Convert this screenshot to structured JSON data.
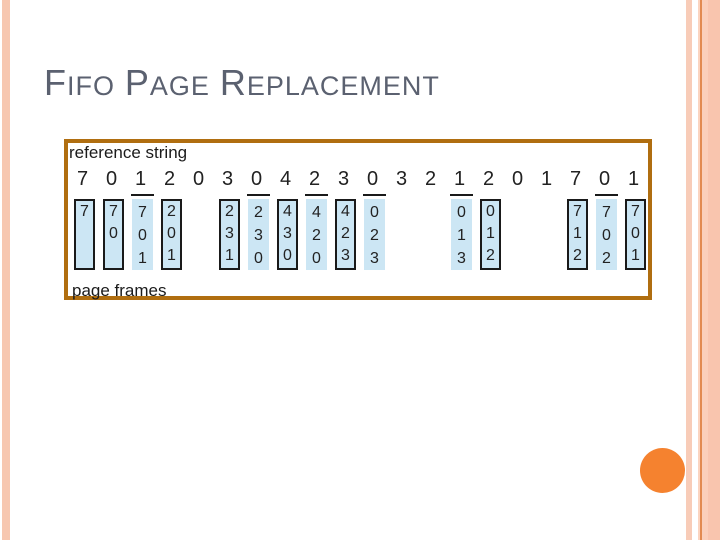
{
  "slide": {
    "title": "FIFO PAGE REPLACEMENT"
  },
  "diagram": {
    "reference_label": "reference string",
    "frames_label": "page frames",
    "reference_string": [
      "7",
      "0",
      "1",
      "2",
      "0",
      "3",
      "0",
      "4",
      "2",
      "3",
      "0",
      "3",
      "2",
      "1",
      "2",
      "0",
      "1",
      "7",
      "0",
      "1"
    ],
    "snapshots": [
      {
        "frames": [
          "7",
          "",
          ""
        ],
        "outline": "box"
      },
      {
        "frames": [
          "7",
          "0",
          ""
        ],
        "outline": "box"
      },
      {
        "frames": [
          "7",
          "0",
          "1"
        ],
        "outline": "overline"
      },
      {
        "frames": [
          "2",
          "0",
          "1"
        ],
        "outline": "box"
      },
      null,
      {
        "frames": [
          "2",
          "3",
          "1"
        ],
        "outline": "box"
      },
      {
        "frames": [
          "2",
          "3",
          "0"
        ],
        "outline": "overline"
      },
      {
        "frames": [
          "4",
          "3",
          "0"
        ],
        "outline": "box"
      },
      {
        "frames": [
          "4",
          "2",
          "0"
        ],
        "outline": "overline"
      },
      {
        "frames": [
          "4",
          "2",
          "3"
        ],
        "outline": "box"
      },
      {
        "frames": [
          "0",
          "2",
          "3"
        ],
        "outline": "overline"
      },
      null,
      null,
      {
        "frames": [
          "0",
          "1",
          "3"
        ],
        "outline": "overline"
      },
      {
        "frames": [
          "0",
          "1",
          "2"
        ],
        "outline": "box"
      },
      null,
      null,
      {
        "frames": [
          "7",
          "1",
          "2"
        ],
        "outline": "box"
      },
      {
        "frames": [
          "7",
          "0",
          "2"
        ],
        "outline": "overline"
      },
      {
        "frames": [
          "7",
          "0",
          "1"
        ],
        "outline": "box"
      }
    ]
  },
  "colors": {
    "stripe_salmon": "#f7c7b0",
    "stripe_dark_line": "#e28a50",
    "figure_border": "#b06e10",
    "frame_fill": "#cce6f4",
    "title_gray": "#5b6170",
    "circle_orange": "#f5822f",
    "text_black": "#1b1b1b"
  }
}
